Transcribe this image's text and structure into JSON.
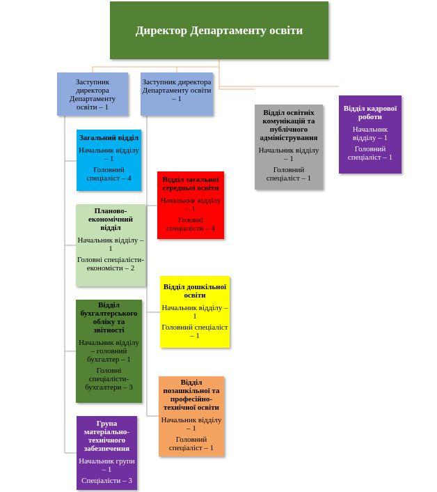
{
  "director": {
    "title": "Директор Департаменту освіти"
  },
  "deputy1": {
    "title": "Заступник директора Департаменту освіти – 1"
  },
  "deputy2": {
    "title": "Заступник директора Департаменту освіти – 1"
  },
  "comm": {
    "title": "Відділ освітніх комунікацій та публічного адміністрування",
    "head": "Начальник відділу – 1",
    "staff": "Головний спеціаліст – 1"
  },
  "hr": {
    "title": "Відділ кадрової роботи",
    "head": "Начальник відділу – 1",
    "staff": "Головний спеціаліст – 1"
  },
  "general": {
    "title": "Загальний відділ",
    "head": "Начальник відділу – 1",
    "staff": "Головний спеціаліст – 4"
  },
  "plan": {
    "title": "Планово-економічний відділ",
    "head": "Начальник відділу – 1",
    "staff": "Головні спеціалісти-економісти – 2"
  },
  "acc": {
    "title": "Відділ бухгалтерського обліку та звітності",
    "head": "Начальник відділу – головний бухгалтер – 1",
    "staff": "Головні спеціалісти-бухгалтери – 3"
  },
  "mat": {
    "title": "Група матеріально-технічного забезпечення",
    "head": "Начальник групи – 1",
    "staff": "Спеціалісти – 3"
  },
  "gensec": {
    "title": "Відділ загальної середньої освіти",
    "head": "Начальник відділу – 1",
    "staff": "Головні спеціалісти – 4"
  },
  "preschool": {
    "title": "Відділ дошкільної освіти",
    "head": "Начальник відділу – 1",
    "staff": "Головний спеціаліст – 1"
  },
  "extra": {
    "title": "Відділ позашкільної та професійно-технічної освіти",
    "head": "Начальник відділу – 1",
    "staff": "Головний спеціаліст – 1"
  }
}
